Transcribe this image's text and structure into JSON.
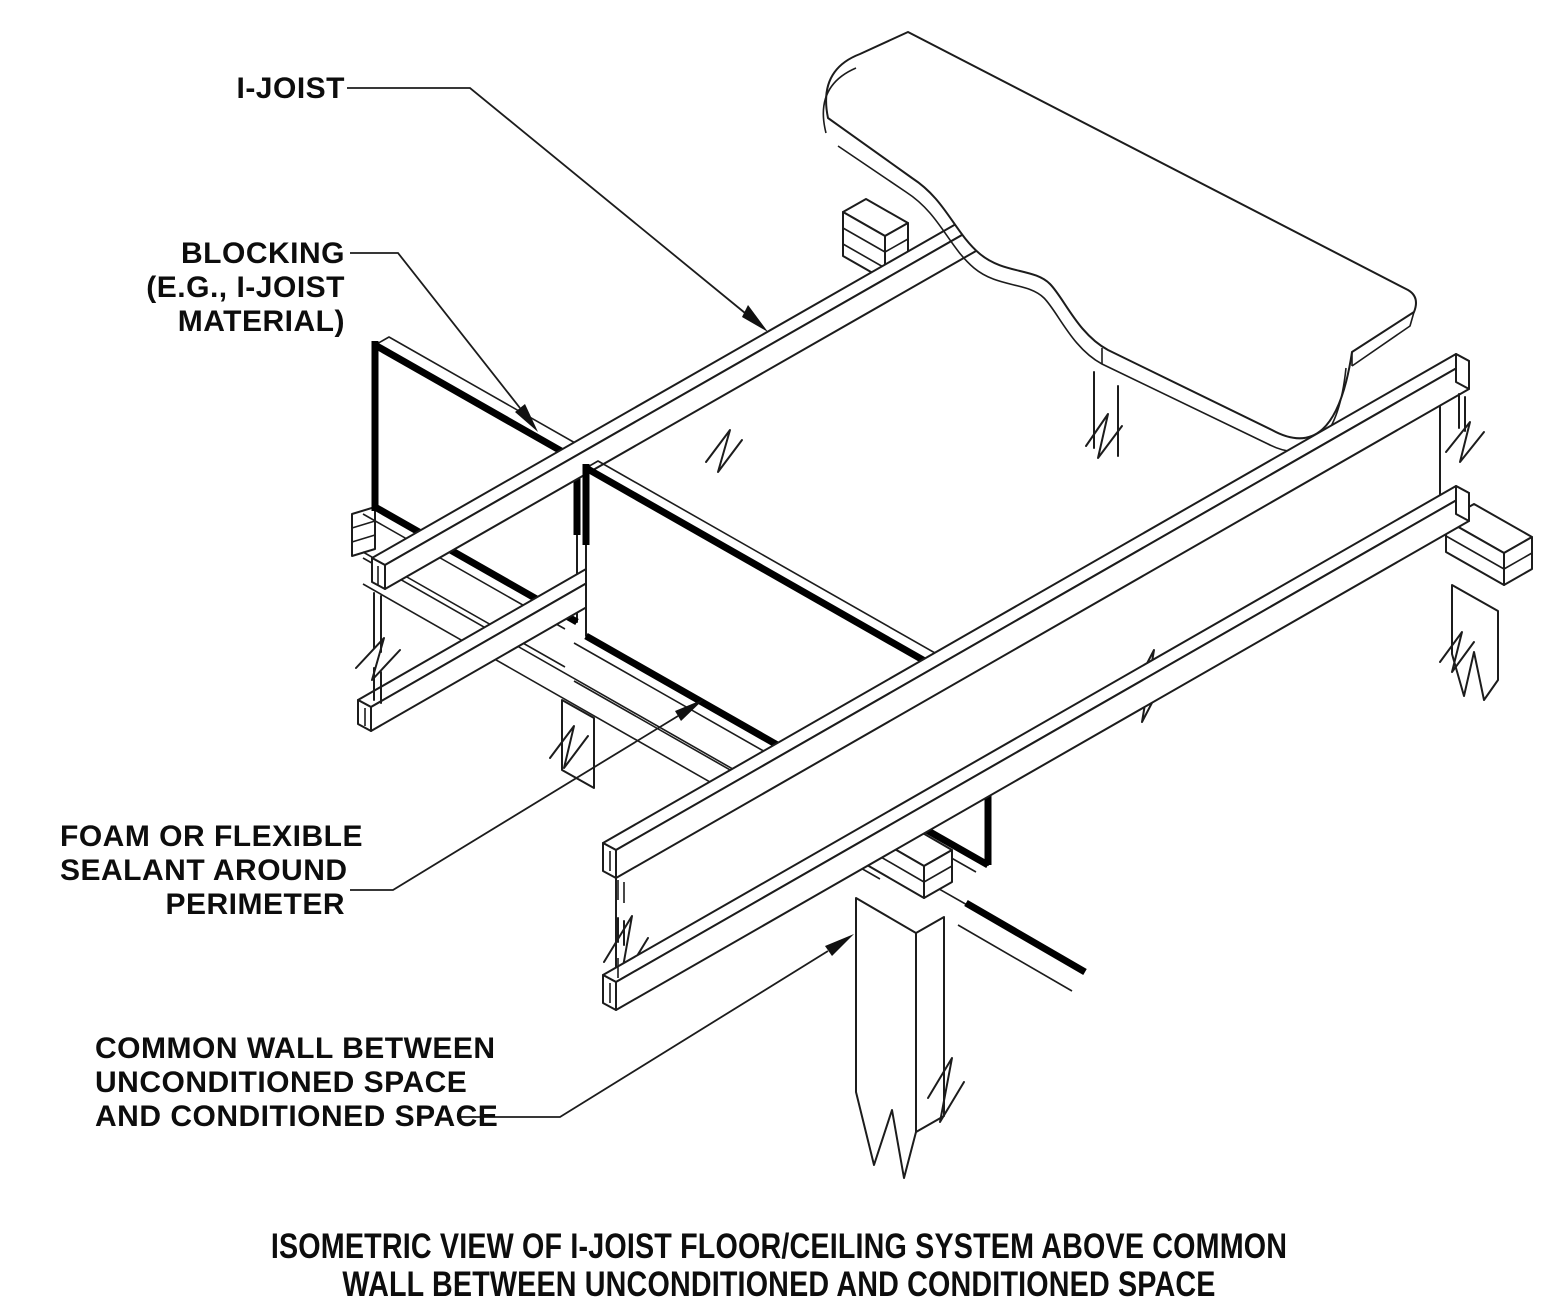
{
  "page": {
    "background_color": "#ffffff",
    "line_color": "#1c1c1c",
    "sealant_color": "#000000",
    "drawing_type": "isometric construction detail"
  },
  "labels": {
    "i_joist": {
      "line1": "I-JOIST"
    },
    "blocking": {
      "line1": "BLOCKING",
      "line2": "(E.G., I-JOIST",
      "line3": "MATERIAL)"
    },
    "foam": {
      "line1": "FOAM OR FLEXIBLE",
      "line2": "SEALANT AROUND",
      "line3": "PERIMETER"
    },
    "common_wall": {
      "line1": "COMMON WALL BETWEEN",
      "line2": "UNCONDITIONED SPACE",
      "line3": "AND CONDITIONED SPACE"
    }
  },
  "title": {
    "line1": "ISOMETRIC VIEW OF I-JOIST FLOOR/CEILING SYSTEM ABOVE COMMON",
    "line2": "WALL BETWEEN UNCONDITIONED AND CONDITIONED SPACE"
  }
}
